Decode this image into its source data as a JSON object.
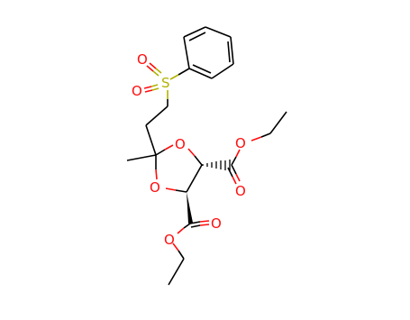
{
  "molecule": {
    "colors": {
      "bond": "#000000",
      "oxygen": "#ff0d0d",
      "sulfur": "#b2b200",
      "background": "#ffffff"
    },
    "atoms": {
      "sulfur_label": "S",
      "sulfone_oxygen_upper": "O",
      "sulfone_oxygen_lower": "O",
      "ring_oxygen_upper": "O",
      "ring_oxygen_lower": "O",
      "ester1_ether_oxygen": "O",
      "ester1_carbonyl_oxygen": "O",
      "ester2_ether_oxygen": "O",
      "ester2_carbonyl_oxygen": "O"
    }
  }
}
